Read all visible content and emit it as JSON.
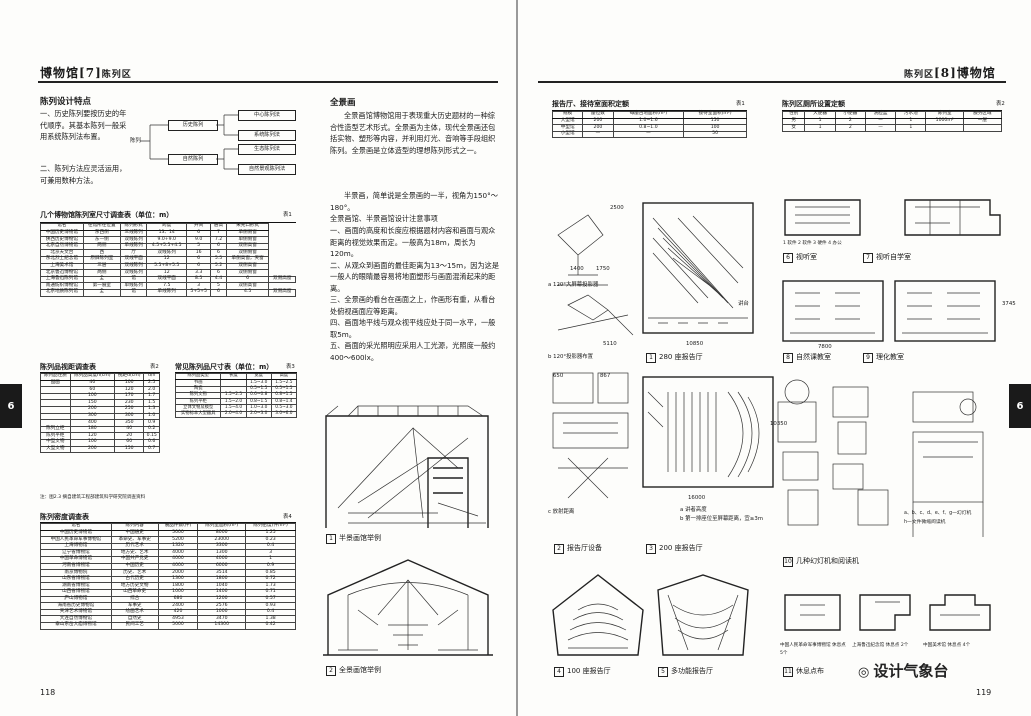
{
  "left_page": {
    "header": {
      "title": "博物馆",
      "chapter": "7",
      "section": "陈列区"
    },
    "page_number": "118",
    "side_tab": "6",
    "design_points": {
      "heading": "陈列设计特点",
      "item1": "一、历史陈列要按历史的年代顺序。其基本陈列一般采用系统陈列法布置。",
      "item2": "二、陈列方法应灵活运用，可兼用数种方法。"
    },
    "diagram": {
      "root": "陈列",
      "mid": [
        "历史陈列",
        "自然陈列"
      ],
      "leaves": [
        "中心陈列法",
        "系统陈列法",
        "生态陈列法",
        "自然景观陈列法"
      ]
    },
    "table1": {
      "title": "几个博物馆陈列室尺寸调查表（单位：m）",
      "label": "表1",
      "headers": [
        "馆名",
        "在馆所在位置",
        "陈列形式",
        "跨度",
        "开间",
        "层高",
        "采光口形式"
      ],
      "rows": [
        [
          "中国历史博物馆",
          "东西侧",
          "三线陈列",
          "13、14",
          "6",
          "7",
          "单侧侧窗"
        ],
        [
          "陕西历史博物馆",
          "东一侧",
          "双线陈列",
          "9.0+9.0",
          "9.0",
          "7.2",
          "单侧侧窗"
        ],
        [
          "北京自然博物馆",
          "两侧",
          "单线陈列",
          "4.5+5.5+4.5",
          "5",
          "6",
          "双侧高窗"
        ],
        [
          "北京天文台",
          "西",
          "厅",
          "双线陈列",
          "16",
          "6",
          "双侧侧窗"
        ],
        [
          "东北烈士纪念馆",
          "原旧陈列室",
          "双线平面",
          "12",
          "6",
          "5.5",
          "单侧高窗，天窗"
        ],
        [
          "上海美术馆",
          "三层",
          "双线陈列",
          "5.5+8+5.5",
          "6",
          "5.2",
          "双侧高窗"
        ],
        [
          "北京鲁迅博物馆",
          "两侧",
          "双线陈列",
          "12",
          "3.3",
          "6",
          "双侧侧窗"
        ],
        [
          "上海鲁迅陈列馆",
          "全",
          "馆",
          "双线平面",
          "8.5",
          "4.4",
          "6",
          "双侧高窗"
        ],
        [
          "南通纺织博物馆",
          "第一展室",
          "单线陈列",
          "7.5",
          "3",
          "5",
          "双侧高窗"
        ],
        [
          "北京地质陈列馆",
          "全",
          "馆",
          "单线陈列",
          "5+5+5",
          "6",
          "4.5",
          "双侧高窗"
        ]
      ]
    },
    "table2": {
      "title": "陈列品视距调查表",
      "label": "表2",
      "headers": [
        "陈列品性质",
        "陈列品高度h(cm)",
        "视距d(cm)",
        "d/h"
      ],
      "rows": [
        [
          "图画",
          "40",
          "100",
          "2.5"
        ],
        [
          "",
          "60",
          "120",
          "2.0"
        ],
        [
          "",
          "100",
          "170",
          "1.7"
        ],
        [
          "",
          "150",
          "230",
          "1.5"
        ],
        [
          "",
          "200",
          "250",
          "1.3"
        ],
        [
          "",
          "300",
          "300",
          "1.0"
        ],
        [
          "",
          "400",
          "350",
          "0.9"
        ],
        [
          "陈列立柜",
          "180",
          "40",
          "0.2"
        ],
        [
          "陈列平柜",
          "120",
          "20",
          "0.15"
        ],
        [
          "中型文物",
          "100",
          "60",
          "0.6"
        ],
        [
          "大型文物",
          "200",
          "150",
          "0.7"
        ]
      ],
      "note": "注：图2.3 摘自建筑工程部建筑科学研究院调查资料"
    },
    "table3": {
      "title": "常见陈列品尺寸表（单位：m）",
      "label": "表3",
      "headers": [
        "陈列品类型",
        "长度",
        "宽度",
        "高度"
      ],
      "rows": [
        [
          "书画",
          "",
          "1.5~3.0",
          "1.5~2.5"
        ],
        [
          "陶瓷",
          "",
          "0.5~1.5",
          "0.5~1.5"
        ],
        [
          "陈列文物",
          "1.5~2.5",
          "0.6~0.8",
          "0.8~1.5"
        ],
        [
          "陈列平柜",
          "1.5~2.0",
          "0.8~1.5",
          "0.8~1.4"
        ],
        [
          "立体文物及模型",
          "1.5~4.0",
          "1.0~3.0",
          "0.5~3.0"
        ],
        [
          "实物标本大型器具",
          "2.0~4.0",
          "2.0~3.0",
          "3.0~6.0"
        ]
      ]
    },
    "table4": {
      "title": "陈列密度调查表",
      "label": "表4",
      "headers": [
        "馆名",
        "陈列内容",
        "展品件数(件)",
        "陈列室面积(m²)",
        "陈列密度(件/m²)"
      ],
      "rows": [
        [
          "中国历史博物馆",
          "中国通史",
          "5000",
          "8000",
          "1.25"
        ],
        [
          "中国人民革命军事博物馆",
          "革命史、军事史",
          "5200",
          "23000",
          "0.23"
        ],
        [
          "上海博物馆",
          "历代艺术",
          "1320",
          "3300",
          "0.4"
        ],
        [
          "辽宁省博物馆",
          "地方史、艺术",
          "4000",
          "1300",
          "3"
        ],
        [
          "中国革命博物馆",
          "中国共产党史",
          "4000",
          "4000",
          "1"
        ],
        [
          "河南省博物馆",
          "中国历史",
          "4000",
          "6000",
          "0.9"
        ],
        [
          "南京博物院",
          "历史、艺术",
          "2000",
          "3514",
          "0.85"
        ],
        [
          "山东省博物馆",
          "古代历史",
          "1300",
          "1800",
          "0.72"
        ],
        [
          "湖南省博物馆",
          "地方历史文物",
          "1800",
          "1040",
          "1.73"
        ],
        [
          "山西省博物馆",
          "山西革命史",
          "1000",
          "1400",
          "0.71"
        ],
        [
          "庐山博物馆",
          "综合",
          "680",
          "1200",
          "0.57"
        ],
        [
          "海南省历史博物馆",
          "军事史",
          "2400",
          "2576",
          "0.93"
        ],
        [
          "天津艺术博物馆",
          "绘画艺术",
          "420",
          "1000",
          "0.4"
        ],
        [
          "大连自然博物馆",
          "自然史",
          "4953",
          "3470",
          "1.38"
        ],
        [
          "泰山东岳大庙博物馆",
          "民间工艺",
          "5000",
          "14300",
          "0.42"
        ]
      ]
    },
    "panorama": {
      "heading": "全景画",
      "p1": "全景画馆博物馆用于表现重大历史题材的一种综合性造型艺术形式。全景画为主体，现代全景画还包括实物、塑形等内容，并利用灯光、音响等手段组织陈列。全景画是立体造型的理想陈列形式之一。",
      "p2": "半景画，简单说是全景画的一半，视角为150°～180°。",
      "p3": "全景画馆、半景画馆设计注意事项",
      "items": [
        "一、画面的高度和长度应根据题材内容和画面与观众距离的视觉效果而定。一般高为18m，周长为120m。",
        "二、从观众到画面的最佳距离为13～15m，因为这是一般人的眼睛最容易将地面塑形与画面混淆起来的距离。",
        "三、全景画的看台在画面之上，作画形有重，从看台处俯视画面应等距离。",
        "四、画面地平线与观众视平线应处于同一水平，一般取5m。",
        "五、画面的采光照明应采用人工光源，光照度一般约400～600lx。"
      ]
    },
    "fig1": {
      "num": "1",
      "caption": "半景画馆举例"
    },
    "fig2": {
      "num": "2",
      "caption": "全景画馆举例"
    }
  },
  "right_page": {
    "header": {
      "title": "博物馆",
      "chapter": "8",
      "section": "陈列区"
    },
    "page_number": "119",
    "side_tab": "6",
    "table1": {
      "title": "报告厅、接待室面积定额",
      "label": "表1",
      "headers": [
        "规模",
        "座位数",
        "每座占地面积(m²)",
        "接待室面积(m²)"
      ],
      "group_header": "报告厅",
      "rows": [
        [
          "大型馆",
          "200",
          "1.0~1.6",
          "150"
        ],
        [
          "中型馆",
          "200",
          "0.8~1.0",
          "100"
        ],
        [
          "小型馆",
          "—",
          "—",
          "50"
        ]
      ]
    },
    "table2": {
      "title": "陈列区厕所设置定额",
      "label": "表2",
      "headers": [
        "性别",
        "大便器",
        "小便器",
        "洗脸盆",
        "污水池",
        "陈列室",
        "服务区域"
      ],
      "group_header": "卫生器具",
      "rows": [
        [
          "男",
          "1",
          "2",
          "—",
          "1",
          "1000m²",
          "一层"
        ],
        [
          "女",
          "1",
          "2",
          "—",
          "1",
          "",
          ""
        ]
      ]
    },
    "figures": [
      {
        "num": "1",
        "caption": "280 座报告厅"
      },
      {
        "num": "2",
        "caption": "报告厅设备"
      },
      {
        "num": "3",
        "caption": "200 座报告厅"
      },
      {
        "num": "4",
        "caption": "100 座报告厅"
      },
      {
        "num": "5",
        "caption": "多功能报告厅"
      },
      {
        "num": "6",
        "caption": "视听室"
      },
      {
        "num": "7",
        "caption": "视听自学室"
      },
      {
        "num": "8",
        "caption": "自然课教室"
      },
      {
        "num": "9",
        "caption": "理化教室"
      },
      {
        "num": "10",
        "caption": "几种幻灯机和阅读机"
      },
      {
        "num": "11",
        "caption": "休息点布"
      }
    ],
    "sublabels": {
      "a": "a 120°大屏幕投影器",
      "b": "b 120°投影器布置",
      "c": "c 放射距离",
      "legend_a": "a 讲者高度",
      "legend_b": "b 第一排座位至屏幕距离，宜≥3m",
      "legend_10": "a、b、c、d、e、f、g—幻灯机",
      "legend_10b": "h—文件微缩阅读机",
      "stage": "讲台",
      "legend_67": "1 软件  2 软件  3 硬件  4 办公",
      "dims": [
        "2500",
        "1400",
        "1750",
        "10850",
        "5110",
        "650",
        "867",
        "16000",
        "10350",
        "7800",
        "3745"
      ]
    },
    "rest_captions": [
      "中国人民革命军事博物馆 休息点 5个",
      "上海鲁迅纪念馆 休息点 2个",
      "中国美术馆 休息点 4个"
    ],
    "watermark": "设计气象台"
  }
}
